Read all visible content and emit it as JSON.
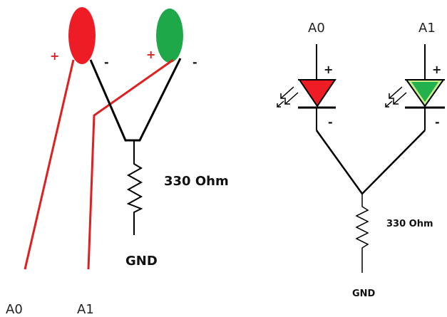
{
  "left_diagram": {
    "resistor_label": "330 Ohm",
    "gnd_label": "GND",
    "wire_label_a0": "A0",
    "wire_label_a1": "A1",
    "led1_plus": "+",
    "led1_minus": "-",
    "led2_plus": "+",
    "led2_minus": "-",
    "led1_color": "#ee1c25",
    "led2_color": "#1fa84a",
    "wire_color": "#e02020"
  },
  "right_diagram": {
    "label_a0": "A0",
    "label_a1": "A1",
    "resistor_label": "330 Ohm",
    "gnd_label": "GND",
    "led1_plus": "+",
    "led1_minus": "-",
    "led2_plus": "+",
    "led2_minus": "-",
    "led1_fill": "#ee1c25",
    "led2_fill": "#22b14c",
    "led2_outline_fill": "#c8f08a"
  }
}
